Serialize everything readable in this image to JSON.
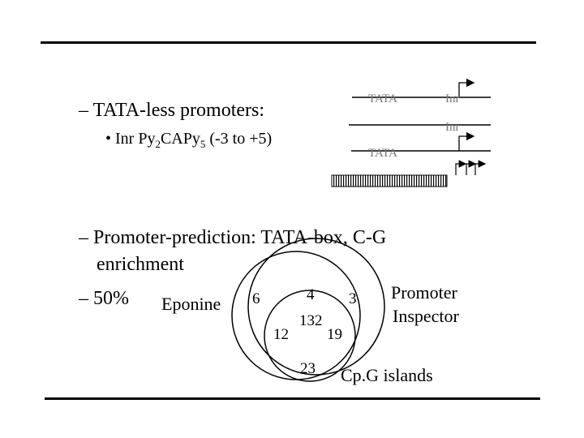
{
  "bullets": {
    "tata_less": "– TATA-less promoters:",
    "inr_prefix": "• Inr Py",
    "inr_sub1": "2",
    "inr_mid": "CAPy",
    "inr_sub2": "5",
    "inr_suffix": " (-3 to +5)",
    "promoter_prediction_line1": "– Promoter-prediction: TATA-box, C-G",
    "promoter_prediction_line2": "enrichment",
    "fifty": "– 50%"
  },
  "diagram": {
    "tata_top": "TATA",
    "inr_top": "Inr",
    "inr_mid": "Inr",
    "tata_bottom": "TATA"
  },
  "venn": {
    "left_label": "Eponine",
    "right_label_line1": "Promoter",
    "right_label_line2": "Inspector",
    "bottom_label": "Cp.G islands",
    "region_left_only": "6",
    "region_top_overlap": "4",
    "region_right_only": "3",
    "region_center": "132",
    "region_left_bottom": "12",
    "region_right_bottom": "19",
    "region_bottom_only": "23"
  }
}
